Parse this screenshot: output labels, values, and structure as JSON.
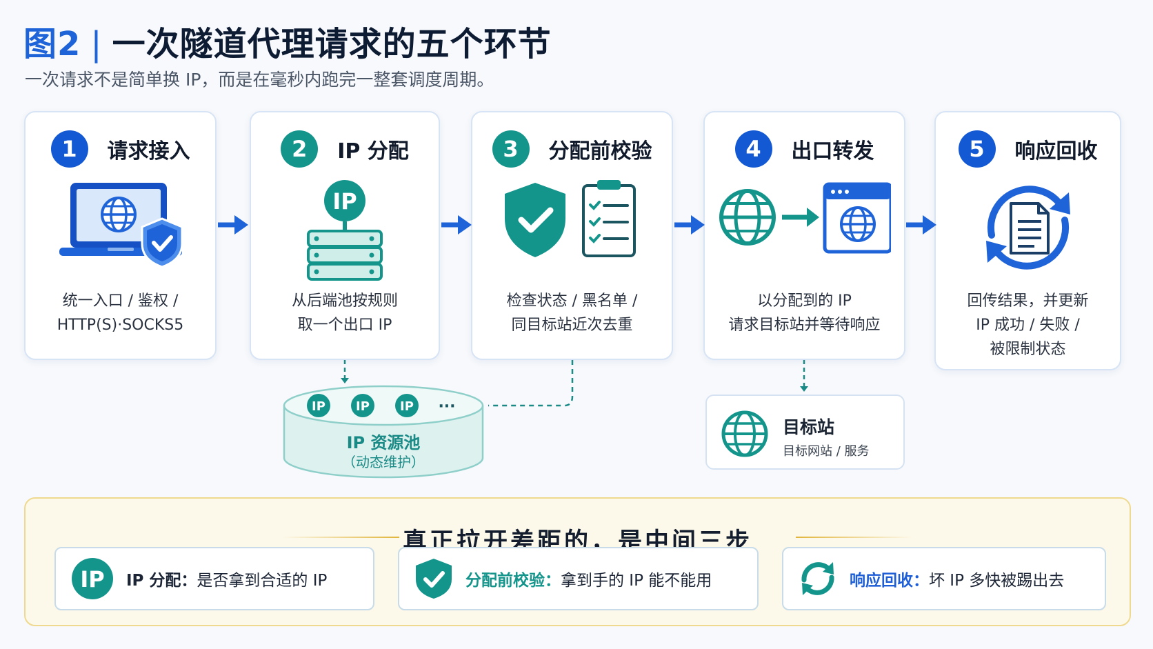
{
  "title": {
    "fig": "图2",
    "sep": "|",
    "text": "一次隧道代理请求的五个环节"
  },
  "subtitle": "一次请求不是简单换 IP，而是在毫秒内跑完一整套调度周期。",
  "steps": [
    {
      "num": "1",
      "title": "请求接入",
      "desc": [
        "统一入口 / 鉴权 /",
        "HTTP(S)·SOCKS5"
      ],
      "color": "#1459d4"
    },
    {
      "num": "2",
      "title": "IP 分配",
      "desc": [
        "从后端池按规则",
        "取一个出口 IP"
      ],
      "color": "#14958c"
    },
    {
      "num": "3",
      "title": "分配前校验",
      "desc": [
        "检查状态 / 黑名单 /",
        "同目标站近次去重"
      ],
      "color": "#14958c"
    },
    {
      "num": "4",
      "title": "出口转发",
      "desc": [
        "以分配到的 IP",
        "请求目标站并等待响应"
      ],
      "color": "#1459d4"
    },
    {
      "num": "5",
      "title": "响应回收",
      "desc": [
        "回传结果，并更新",
        "IP 成功 / 失败 /",
        "被限制状态"
      ],
      "color": "#1459d4"
    }
  ],
  "icons": {
    "ip_text": "IP",
    "pool_more": "···"
  },
  "pool": {
    "title": "IP 资源池",
    "sub": "（动态维护）"
  },
  "target": {
    "title": "目标站",
    "sub": "目标网站 / 服务"
  },
  "summary": {
    "title": "真正拉开差距的，是中间三步",
    "items": [
      {
        "key": "IP 分配：",
        "text": "是否拿到合适的 IP"
      },
      {
        "key": "分配前校验：",
        "text": "拿到手的 IP 能不能用"
      },
      {
        "key": "响应回收：",
        "text": "坏 IP 多快被踢出去"
      }
    ]
  },
  "colors": {
    "blue": "#1459d4",
    "teal": "#14958c",
    "gold": "#e0b53c"
  }
}
